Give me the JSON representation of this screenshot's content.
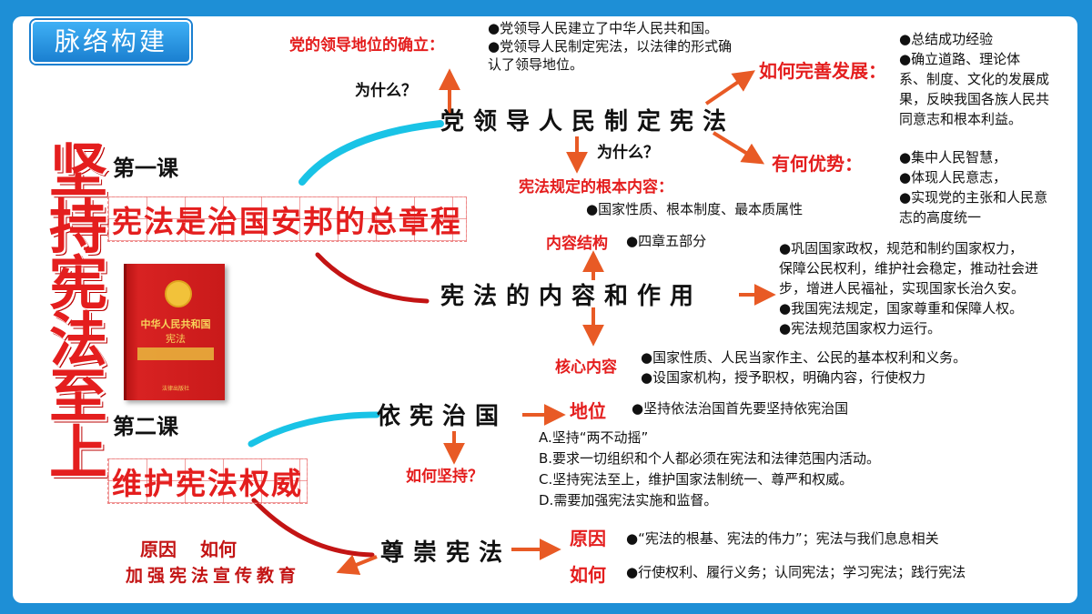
{
  "badge": "脉络构建",
  "main_title": "坚持宪法至上",
  "lesson1": {
    "label": "第一课",
    "title": "宪法是治国安邦的总章程"
  },
  "lesson2": {
    "label": "第二课",
    "title": "维护宪法权威"
  },
  "book": {
    "title": "中华人民共和国",
    "subtitle": "宪法",
    "strip_text": "",
    "publisher": "法律出版社"
  },
  "hub1": {
    "title": "党领导人民制定宪法",
    "why_up": "为什么？",
    "why_down": "为什么？",
    "leadership_label": "党的领导地位的确立：",
    "leadership_points": [
      "●党领导人民建立了中华人民共和国。",
      "●党领导人民制定宪法，以法律的形式确",
      "认了领导地位。"
    ],
    "fundamental_label": "宪法规定的根本内容：",
    "fundamental_points": [
      "●国家性质、根本制度、最本质属性"
    ],
    "improve_label": "如何完善发展：",
    "improve_points": [
      "●总结成功经验",
      "●确立道路、理论体",
      "系、制度、文化的发展成",
      "果，反映我国各族人民共",
      "同意志和根本利益。"
    ],
    "advantage_label": "有何优势：",
    "advantage_points": [
      "●集中人民智慧，",
      "●体现人民意志，",
      "●实现党的主张和人民意",
      "志的高度统一"
    ]
  },
  "hub2": {
    "title": "宪法的内容和作用",
    "structure_label": "内容结构",
    "structure_point": "●四章五部分",
    "role_points": [
      "●巩固国家政权，规范和制约国家权力，",
      "保障公民权利，维护社会稳定，推动社会进",
      "步，增进人民福祉，实现国家长治久安。",
      "●我国宪法规定，国家尊重和保障人权。",
      "●宪法规范国家权力运行。"
    ],
    "core_label": "核心内容",
    "core_points": [
      "●国家性质、人民当家作主、公民的基本权利和义务。",
      "●设国家机构，授予职权，明确内容，行使权力"
    ]
  },
  "hub3": {
    "title": "依宪治国",
    "status_label": "地位",
    "status_point": "●坚持依法治国首先要坚持依宪治国",
    "how_label": "如何坚持？",
    "how_points": [
      "A.坚持“两不动摇”",
      "B.要求一切组织和个人都必须在宪法和法律范围内活动。",
      "C.坚持宪法至上，维护国家法制统一、尊严和权威。",
      "D.需要加强宪法实施和监督。"
    ]
  },
  "hub4": {
    "title": "尊崇宪法",
    "reason_label": "原因",
    "reason_point": "●“宪法的根基、宪法的伟力”；宪法与我们息息相关",
    "how_label": "如何",
    "how_point": "●行使权利、履行义务；认同宪法；学习宪法；践行宪法",
    "left_line1_a": "原因",
    "left_line1_b": "如何",
    "left_line2": "加强宪法宣传教育"
  },
  "colors": {
    "frame": "#1e8fd6",
    "accent_red": "#e41e1e",
    "arrow": "#e85a25",
    "cyan_stroke": "#19c3e6",
    "dark_red_stroke": "#c31414"
  }
}
